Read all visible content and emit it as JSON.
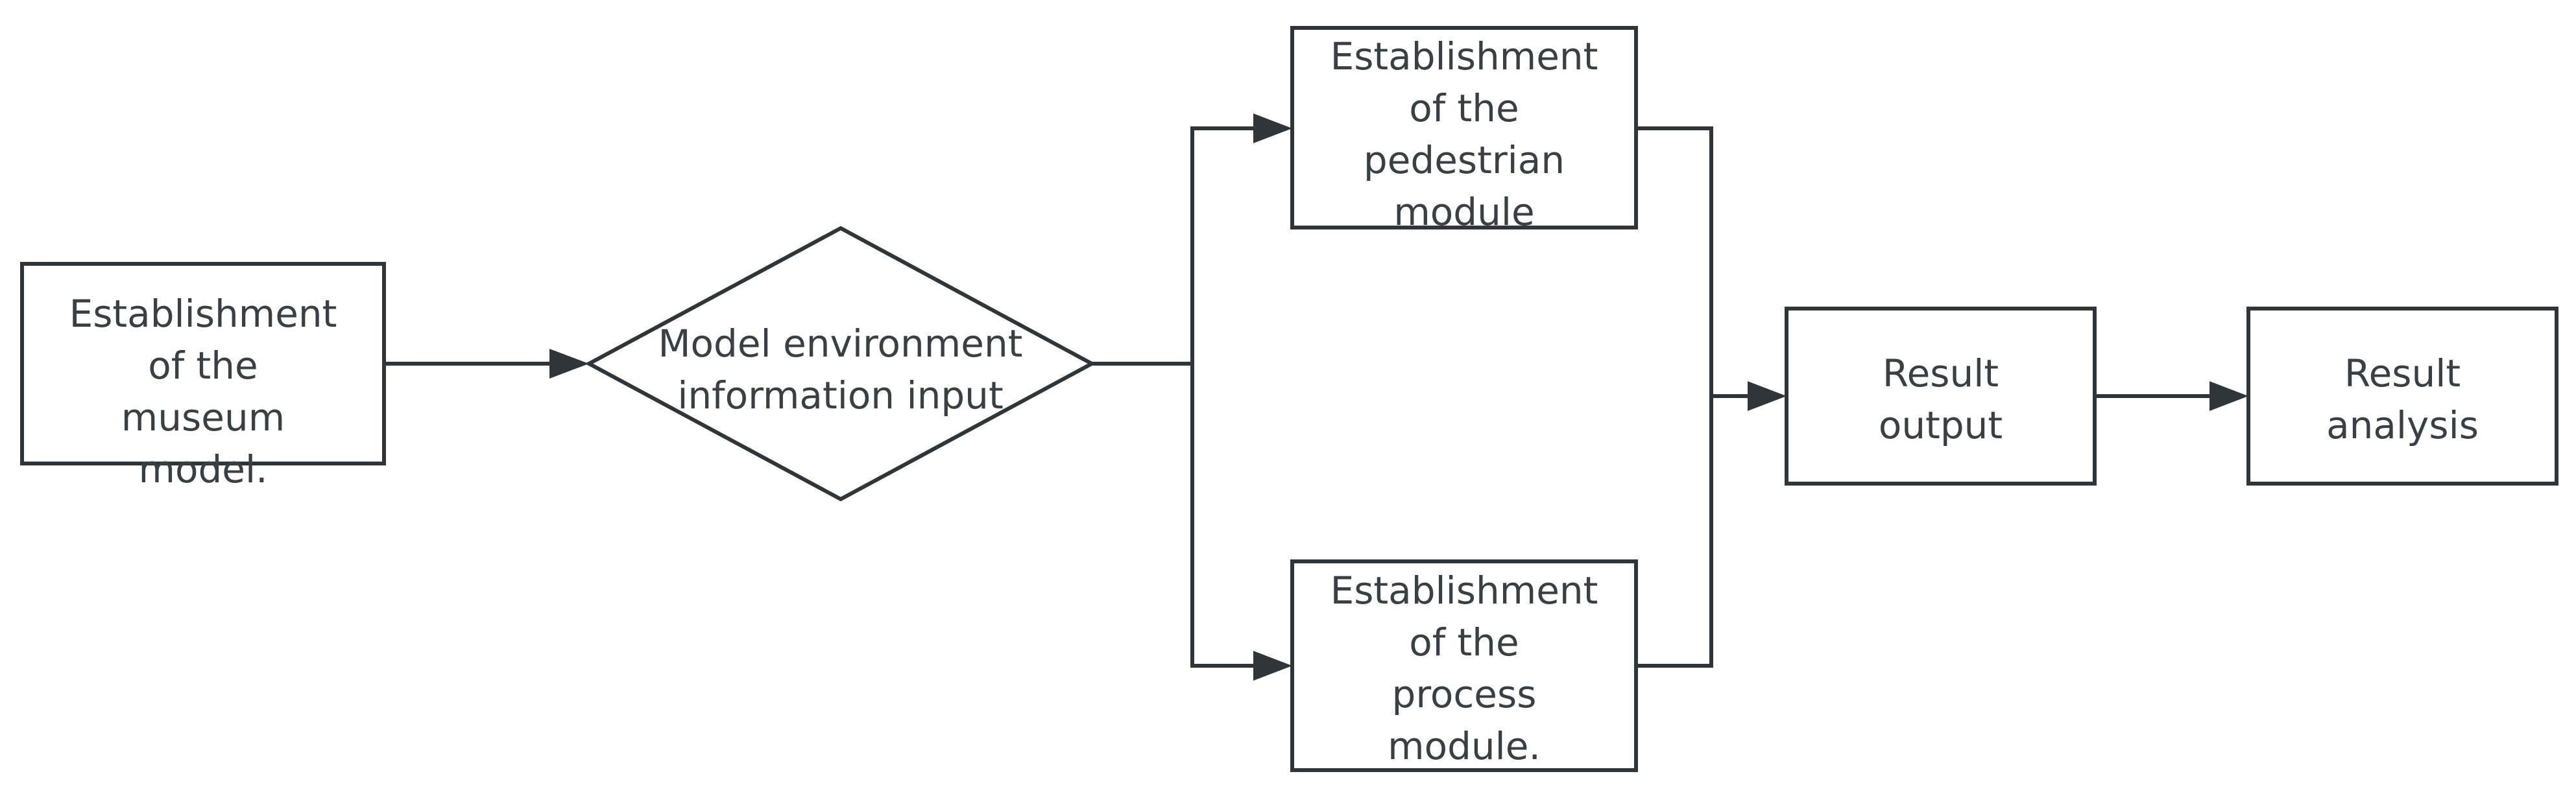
{
  "diagram": {
    "type": "flowchart",
    "nodes": {
      "museum_model": "Establishment\nof the\nmuseum\nmodel.",
      "env_input": "Model environment\ninformation input",
      "pedestrian_module": "Establishment\nof the\npedestrian\nmodule",
      "process_module": "Establishment\nof the\nprocess\nmodule.",
      "result_output": "Result\noutput",
      "result_analysis": "Result\nanalysis"
    },
    "edges": [
      {
        "from": "museum_model",
        "to": "env_input"
      },
      {
        "from": "env_input",
        "to": "pedestrian_module"
      },
      {
        "from": "env_input",
        "to": "process_module"
      },
      {
        "from": "pedestrian_module",
        "to": "result_output"
      },
      {
        "from": "process_module",
        "to": "result_output"
      },
      {
        "from": "result_output",
        "to": "result_analysis"
      }
    ],
    "colors": {
      "stroke": "#2f3539",
      "text": "#3a3f43",
      "background": "#ffffff"
    }
  }
}
